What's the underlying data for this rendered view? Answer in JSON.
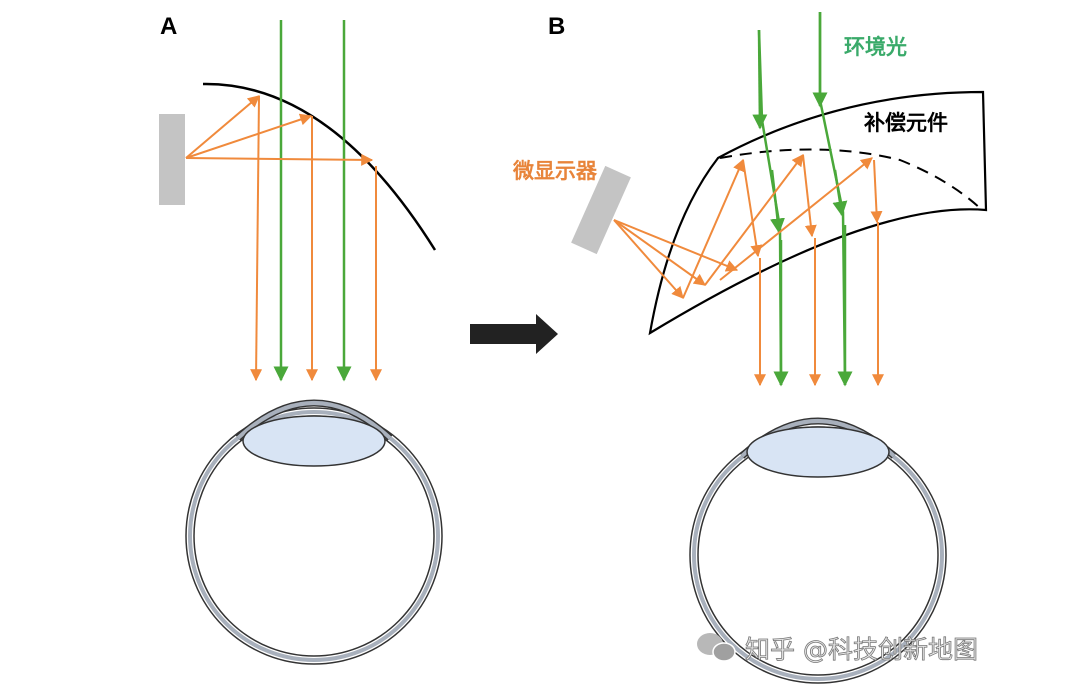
{
  "panels": {
    "a": {
      "label": "A"
    },
    "b": {
      "label": "B"
    }
  },
  "labels": {
    "ambient_light": "环境光",
    "compensation_element": "补偿元件",
    "micro_display": "微显示器"
  },
  "watermark": {
    "text": "知乎 @科技创新地图",
    "icon": "wechat-icon"
  },
  "colors": {
    "display_ray": "#f08a3c",
    "ambient_ray": "#4aa83a",
    "ambient_label": "#3aaa6a",
    "display_label": "#e8843a",
    "display_panel": "#c4c4c4",
    "lens": "#d8e4f4",
    "eye_wall": "#a8b0bc",
    "arrow": "#222222"
  }
}
